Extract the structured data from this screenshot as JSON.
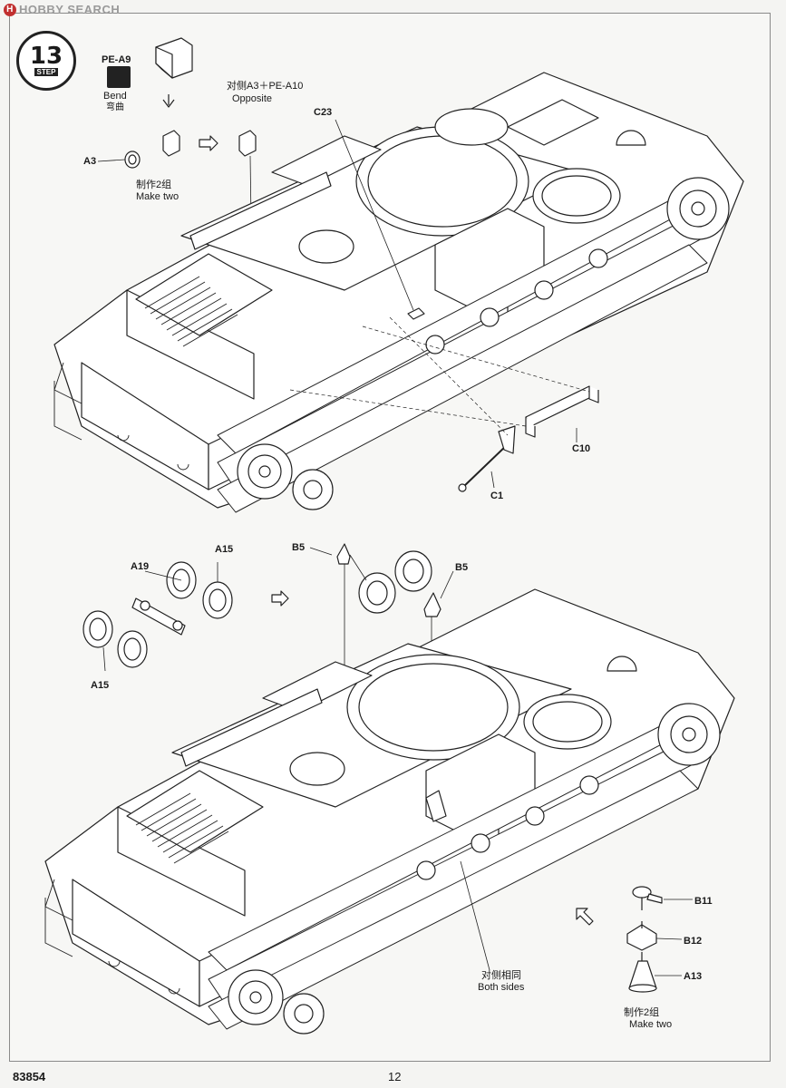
{
  "watermark": {
    "text": "HOBBY SEARCH"
  },
  "step": {
    "number": "13",
    "word": "STEP"
  },
  "top_diagram": {
    "pe_a9": "PE-A9",
    "bend_en": "Bend",
    "bend_cn": "弯曲",
    "a3": "A3",
    "make_two_cn": "制作2组",
    "make_two_en": "Make two",
    "opposite_cn": "对侧A3＋PE-A10",
    "opposite_en": "Opposite",
    "c23": "C23",
    "c10": "C10",
    "c1": "C1"
  },
  "bottom_diagram": {
    "a19": "A19",
    "a15_top": "A15",
    "a15_bottom": "A15",
    "b5_left": "B5",
    "b5_right": "B5",
    "both_sides_cn": "对侧相同",
    "both_sides_en": "Both sides",
    "b11": "B11",
    "b12": "B12",
    "a13": "A13",
    "make_two_cn": "制作2组",
    "make_two_en": "Make two"
  },
  "footer": {
    "kit_number": "83854",
    "page_number": "12"
  }
}
